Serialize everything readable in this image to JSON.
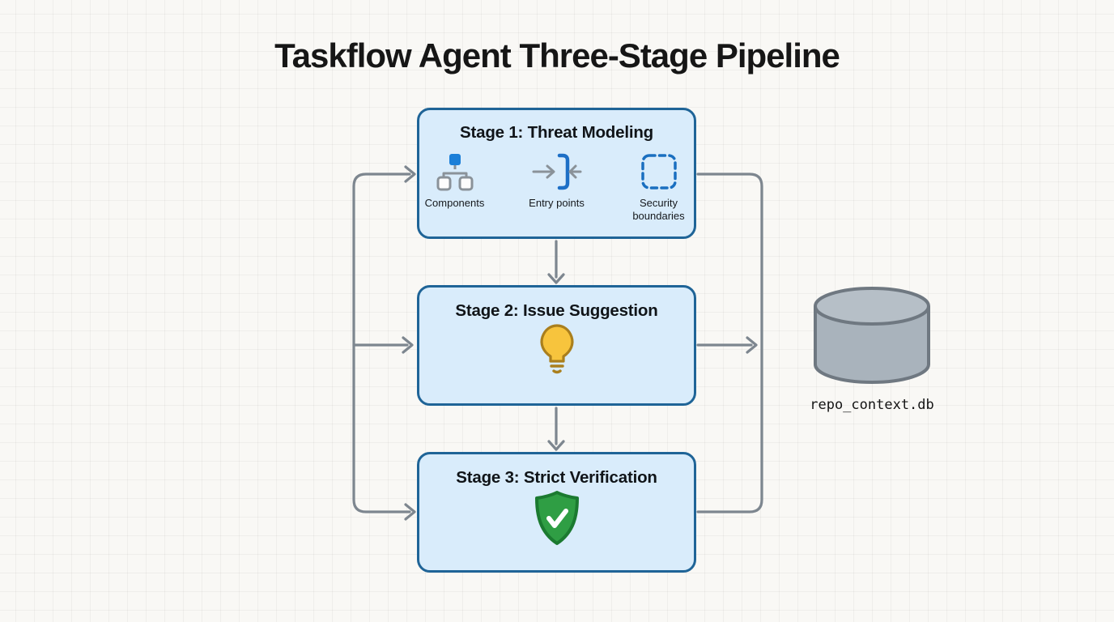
{
  "title": "Taskflow Agent Three-Stage Pipeline",
  "stages": [
    {
      "title": "Stage 1: Threat Modeling",
      "items": [
        {
          "icon": "components-icon",
          "label": "Components"
        },
        {
          "icon": "entry-points-icon",
          "label": "Entry points"
        },
        {
          "icon": "security-boundaries-icon",
          "label": "Security boundaries"
        }
      ]
    },
    {
      "title": "Stage 2: Issue Suggestion",
      "icon": "lightbulb-icon"
    },
    {
      "title": "Stage 3: Strict Verification",
      "icon": "shield-check-icon"
    }
  ],
  "database": {
    "icon": "database-cylinder-icon",
    "label": "repo_context.db"
  },
  "colors": {
    "bg": "#f9f8f5",
    "box-fill": "#d9ecfb",
    "box-border": "#1f6497",
    "arrow": "#7d868f",
    "icon-blue": "#1b7fd8",
    "icon-gray": "#8a9299",
    "bracket-blue": "#1d6fc6",
    "dashed-blue": "#1a6fc0",
    "bulb-fill": "#f7c43d",
    "bulb-stroke": "#aa7f1d",
    "shield-fill": "#2f9e44",
    "shield-stroke": "#1b7a30",
    "db-fill": "#a9b3bc",
    "db-top-fill": "#b6bfc7",
    "db-stroke": "#6f7881",
    "title-color": "#161616"
  }
}
